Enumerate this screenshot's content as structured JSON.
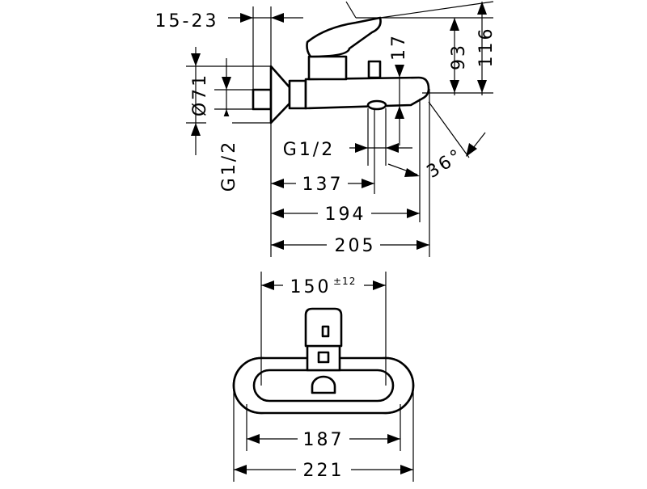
{
  "side_view": {
    "dims": {
      "wall_offset": "15-23",
      "flange_diameter": "Ø71",
      "inlet_thread_left": "G1/2",
      "lever_above_outlet": "17",
      "lever_height_1": "93",
      "lever_height_2": "116",
      "outlet_thread": "G1/2",
      "angle": "36°",
      "outlet_reach": "137",
      "body_length": "194",
      "total_length": "205"
    }
  },
  "front_view": {
    "dims": {
      "centres": "150",
      "centres_tolerance": "±12",
      "body_width": "187",
      "total_width": "221"
    }
  },
  "colors": {
    "line": "#000000",
    "background": "#ffffff"
  }
}
